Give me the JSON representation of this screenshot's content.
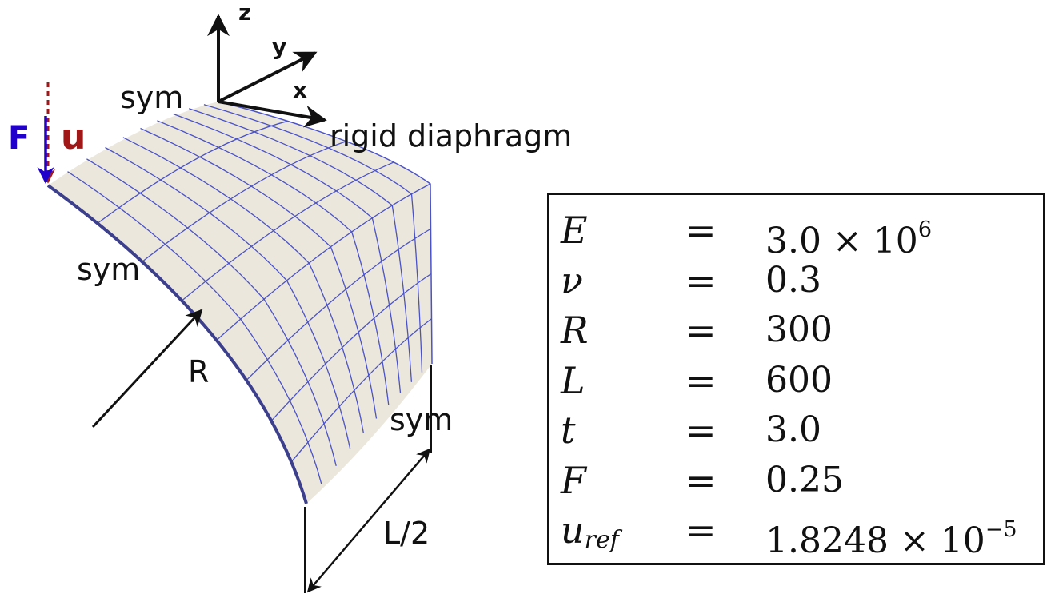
{
  "diagram": {
    "axes": {
      "z": "z",
      "y": "y",
      "x": "x"
    },
    "labels": {
      "sym_top": "sym",
      "rigid": "rigid diaphragm",
      "sym_left": "sym",
      "radius": "R",
      "sym_right": "sym",
      "half_length": "L/2",
      "force": "F",
      "displacement": "u"
    },
    "colors": {
      "force": "#2200cc",
      "displacement": "#a01818",
      "surface": "#ebe7dd",
      "mesh": "#4a52c8"
    }
  },
  "parameters": [
    {
      "symbol": "E",
      "sub": "",
      "eq": "=",
      "value": "3.0 × 10",
      "exp": "6"
    },
    {
      "symbol": "ν",
      "sub": "",
      "eq": "=",
      "value": "0.3",
      "exp": ""
    },
    {
      "symbol": "R",
      "sub": "",
      "eq": "=",
      "value": "300",
      "exp": ""
    },
    {
      "symbol": "L",
      "sub": "",
      "eq": "=",
      "value": "600",
      "exp": ""
    },
    {
      "symbol": "t",
      "sub": "",
      "eq": "=",
      "value": "3.0",
      "exp": ""
    },
    {
      "symbol": "F",
      "sub": "",
      "eq": "=",
      "value": "0.25",
      "exp": ""
    },
    {
      "symbol": "u",
      "sub": "ref",
      "eq": "=",
      "value": "1.8248 × 10",
      "exp": "−5"
    }
  ]
}
